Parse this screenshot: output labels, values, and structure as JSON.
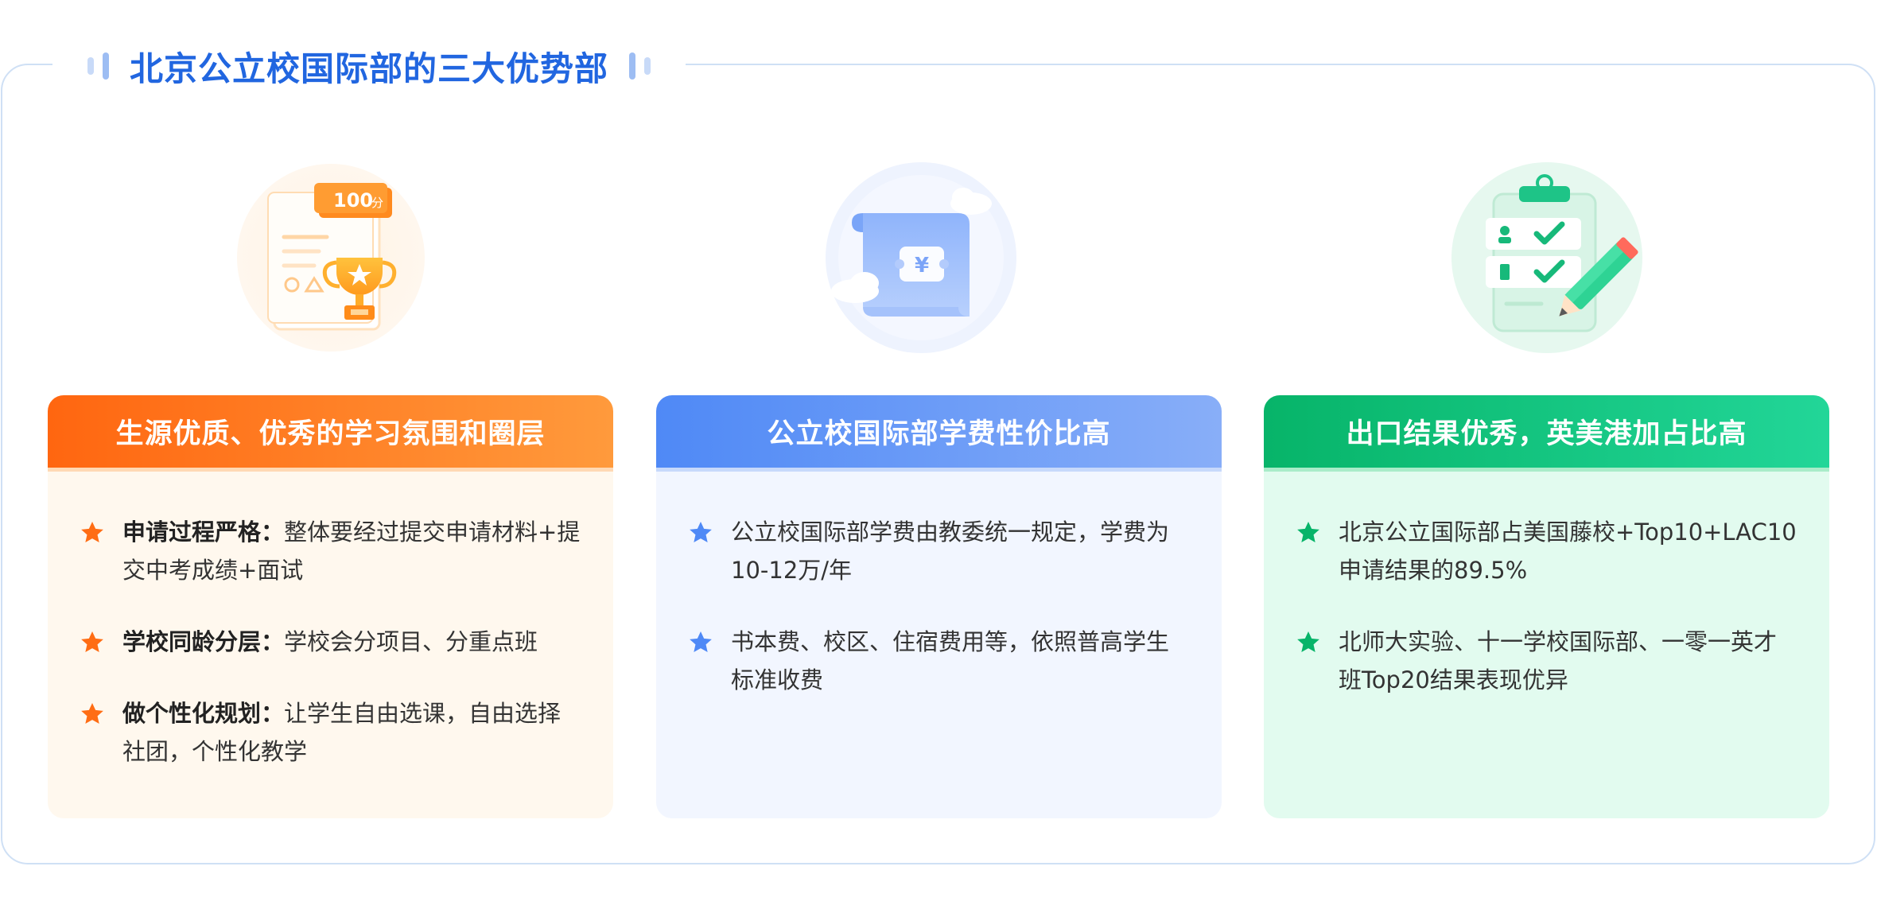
{
  "title": "北京公立校国际部的三大优势部",
  "colors": {
    "title_blue": "#2166e0",
    "orange": "#ff6d14",
    "blue": "#4f89f6",
    "green": "#07b469"
  },
  "icons": {
    "first": "trophy-certificate-icon",
    "second": "tuition-scroll-icon",
    "third": "checklist-clipboard-icon"
  },
  "badge": {
    "number": "100",
    "unit": "分"
  },
  "scroll_symbol": "¥",
  "cards": [
    {
      "title": "生源优质、优秀的学习氛围和圈层",
      "items": [
        {
          "bold": "申请过程严格：",
          "text": "整体要经过提交申请材料+提交中考成绩+面试"
        },
        {
          "bold": "学校同龄分层：",
          "text": "学校会分项目、分重点班"
        },
        {
          "bold": "做个性化规划：",
          "text": "让学生自由选课，自由选择社团，个性化教学"
        }
      ]
    },
    {
      "title": "公立校国际部学费性价比高",
      "items": [
        {
          "text": "公立校国际部学费由教委统一规定，学费为10-12万/年"
        },
        {
          "text": "书本费、校区、住宿费用等，依照普高学生标准收费"
        }
      ]
    },
    {
      "title": "出口结果优秀，英美港加占比高",
      "items": [
        {
          "text": "北京公立国际部占美国藤校+Top10+LAC10申请结果的89.5%"
        },
        {
          "text": "北师大实验、十一学校国际部、一零一英才班Top20结果表现优异"
        }
      ]
    }
  ]
}
